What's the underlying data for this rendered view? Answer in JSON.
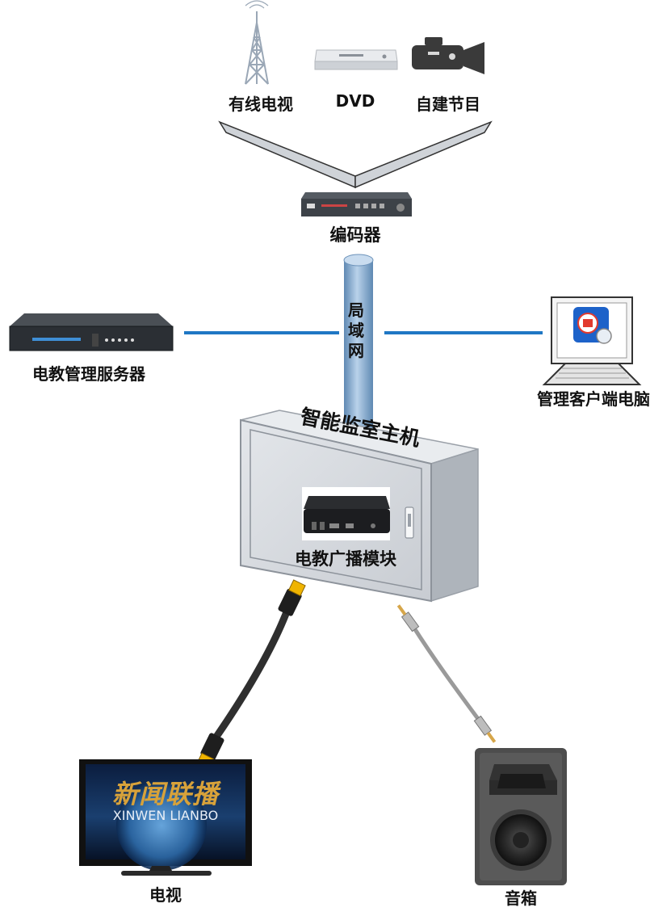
{
  "sources": {
    "cable_tv": "有线电视",
    "dvd": "DVD",
    "self_made": "自建节目"
  },
  "encoder": {
    "label": "编码器"
  },
  "lan": {
    "label": "局域网"
  },
  "server": {
    "label": "电教管理服务器"
  },
  "client": {
    "label": "管理客户端电脑"
  },
  "host": {
    "label": "智能监室主机",
    "module_label": "电教广播模块"
  },
  "tv": {
    "label": "电视",
    "screen_title": "新闻联播",
    "screen_subtitle": "XINWEN LIANBO"
  },
  "speaker": {
    "label": "音箱"
  },
  "colors": {
    "connector": "#1f77c4",
    "lan_pipe": "#7fa6cc",
    "cabinet": "#d4d8dd",
    "cabinet_frame": "#9aa0a8",
    "hdmi_tip": "#f0b400"
  }
}
